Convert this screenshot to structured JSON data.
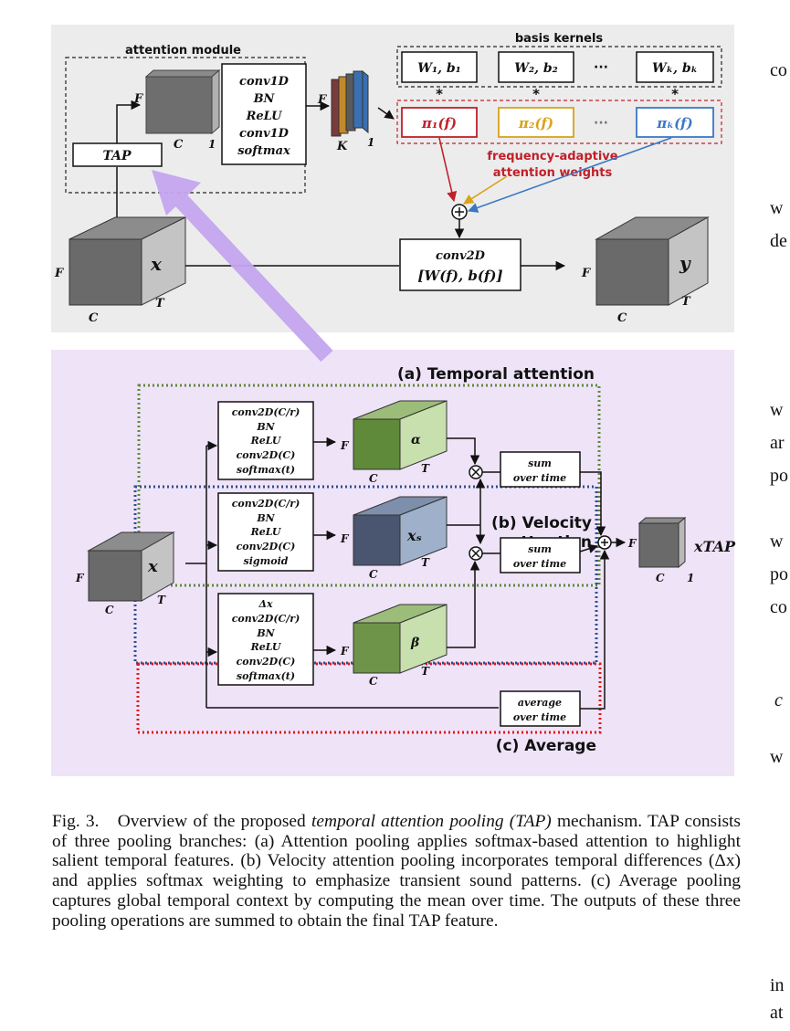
{
  "figure": {
    "top_panel": {
      "attention_module_label": "attention module",
      "basis_kernels_label": "basis kernels",
      "tap_label": "TAP",
      "conv_stack": [
        "conv1D",
        "BN",
        "ReLU",
        "conv1D",
        "softmax"
      ],
      "kernels": [
        "W₁, b₁",
        "W₂, b₂",
        "Wₖ, bₖ"
      ],
      "weights": [
        "π₁(f)",
        "π₂(f)",
        "πₖ(f)"
      ],
      "ellipsis": "···",
      "star": "*",
      "faw_label_line1": "frequency-adaptive",
      "faw_label_line2": "attention weights",
      "conv2d_line1": "conv2D",
      "conv2d_line2": "[W(f), b(f)]",
      "dims": {
        "F": "F",
        "C": "C",
        "T": "T",
        "K": "K",
        "one": "1"
      },
      "input_var": "x",
      "output_var": "y",
      "colors": {
        "pi1": "#c0202a",
        "pi2": "#d9a21a",
        "pik": "#3b78c4",
        "bar1": "#7a3b3b",
        "bar2": "#c28a2a",
        "bar3": "#3a6fb0"
      }
    },
    "bottom_panel": {
      "temporal_label": "(a) Temporal attention",
      "velocity_label_line1": "(b) Velocity",
      "velocity_label_line2": "attention",
      "average_label": "(c) Average",
      "branch_a": [
        "conv2D(C/r)",
        "BN",
        "ReLU",
        "conv2D(C)",
        "softmax(t)"
      ],
      "branch_b": [
        "conv2D(C/r)",
        "BN",
        "ReLU",
        "conv2D(C)",
        "sigmoid"
      ],
      "branch_c": [
        "Δx",
        "conv2D(C/r)",
        "BN",
        "ReLU",
        "conv2D(C)",
        "softmax(t)"
      ],
      "alpha": "α",
      "xs": "xₛ",
      "beta": "β",
      "sum_line1": "sum",
      "sum_line2": "over time",
      "average_line1": "average",
      "average_line2": "over time",
      "input_var": "x",
      "output_var": "xTAP",
      "dims": {
        "F": "F",
        "C": "C",
        "T": "T",
        "one": "1"
      },
      "colors": {
        "temporal": "#5e8a3a",
        "velocity": "#2f4f8f",
        "average": "#e01818",
        "bg": "#efe3f8",
        "arrow": "#c4a6ef"
      }
    }
  },
  "caption": {
    "label": "Fig. 3.",
    "text_before": "Overview of the proposed",
    "emph": "temporal attention pooling (TAP)",
    "text_after": "mechanism. TAP consists of three pooling branches: (a) Attention pooling applies softmax-based attention to highlight salient temporal features. (b) Velocity attention pooling incorporates temporal differences (Δx) and applies softmax weighting to emphasize transient sound patterns. (c) Average pooling captures global temporal context by computing the mean over time. The outputs of these three pooling operations are summed to obtain the final TAP feature."
  },
  "margin_fragments": [
    "co",
    "w",
    "de",
    "w",
    "ar",
    "po",
    "w",
    "po",
    "co",
    "c",
    "w",
    "in",
    "at"
  ]
}
